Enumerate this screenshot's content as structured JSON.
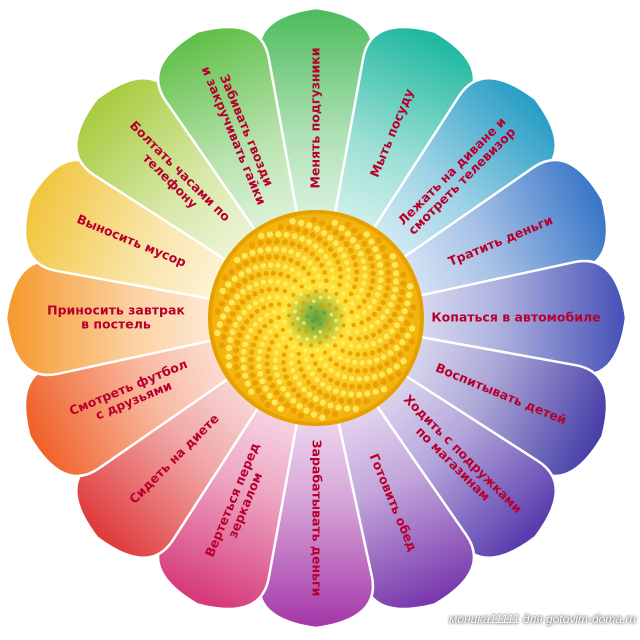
{
  "petals": [
    {
      "lines": [
        "Менять подгузники"
      ],
      "color": "#4fbd5f"
    },
    {
      "lines": [
        "Мыть посуду"
      ],
      "color": "#20b8a0"
    },
    {
      "lines": [
        "Лежать на диване и",
        "смотреть телевизор"
      ],
      "color": "#2a9ec6"
    },
    {
      "lines": [
        "Тратить деньги"
      ],
      "color": "#3b78c8"
    },
    {
      "lines": [
        "Копаться в автомобиле"
      ],
      "color": "#4a54b8"
    },
    {
      "lines": [
        "Воспитывать детей"
      ],
      "color": "#4840a8"
    },
    {
      "lines": [
        "Ходить с подружками",
        "по магазинам"
      ],
      "color": "#5a3cae"
    },
    {
      "lines": [
        "Готовить обед"
      ],
      "color": "#7a3aae"
    },
    {
      "lines": [
        "Зарабатывать деньги"
      ],
      "color": "#a63aaa"
    },
    {
      "lines": [
        "Вертеться перед",
        "зеркалом"
      ],
      "color": "#d63a7a"
    },
    {
      "lines": [
        "Сидеть на диете"
      ],
      "color": "#e03c3c"
    },
    {
      "lines": [
        "Смотреть футбол",
        "с друзьями"
      ],
      "color": "#f0622a"
    },
    {
      "lines": [
        "Приносить завтрак",
        "в постель"
      ],
      "color": "#f59a30"
    },
    {
      "lines": [
        "Выносить мусор"
      ],
      "color": "#f2c640"
    },
    {
      "lines": [
        "Болтать часами по",
        "телефону"
      ],
      "color": "#a8cc40"
    },
    {
      "lines": [
        "Забивать гвозди",
        "и закручивать гайки"
      ],
      "color": "#62c04a"
    }
  ],
  "center": {
    "color_outer": "#f3b00a",
    "color_inner": "#ffe23a",
    "core": "#5aa040"
  },
  "watermark": "моника11111 для gotovim-doma.ru"
}
